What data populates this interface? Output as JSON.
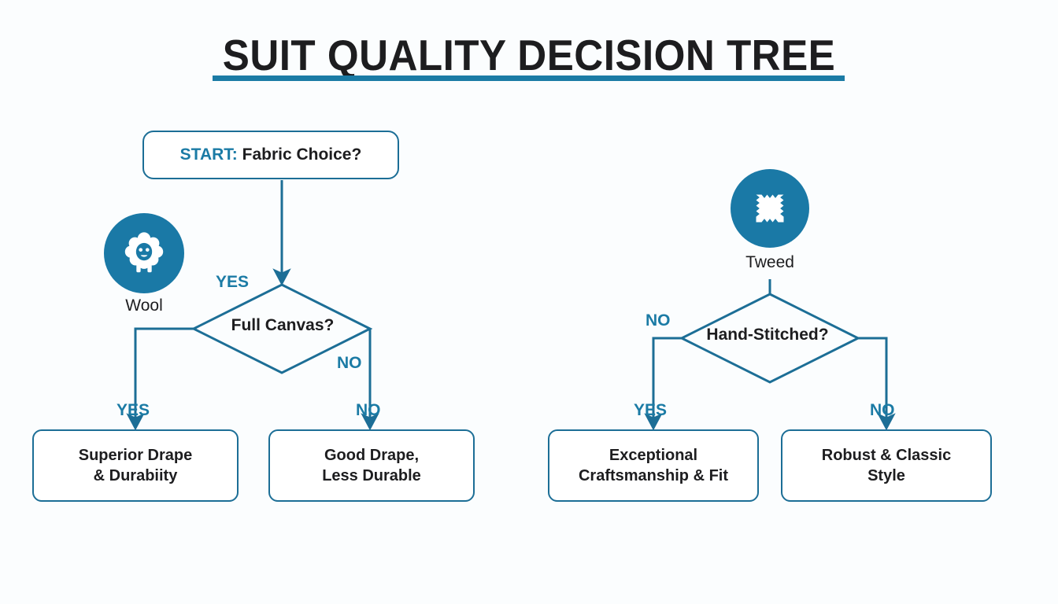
{
  "page": {
    "title": "SUIT QUALITY DECISION TREE",
    "background": "#fbfdfe",
    "accent_blue": "#1b7ba5",
    "line_blue": "#1c6e96",
    "icon_circle_fill": "#1a79a6",
    "text_dark": "#1d1d1f"
  },
  "start": {
    "key_label": "START:",
    "question": " Fabric Choice?"
  },
  "fabrics": [
    {
      "icon": "sheep-icon",
      "caption": "Wool"
    },
    {
      "icon": "fabric-swatch-icon",
      "caption": "Tweed"
    }
  ],
  "decisions": [
    {
      "id": "full-canvas",
      "question": "Full Canvas?"
    },
    {
      "id": "hand-stitched",
      "question": "Hand-Stitched?"
    }
  ],
  "edge_labels": {
    "left_diamond_yes": "YES",
    "left_diamond_no": "NO",
    "right_diamond_no": "NO",
    "box1_yes": "YES",
    "box2_no": "NO",
    "box3_yes": "YES",
    "box4_no": "NO"
  },
  "results": [
    {
      "id": "superior-drape",
      "line1": "Superior Drape",
      "line2": "& Durabiity"
    },
    {
      "id": "good-drape",
      "line1": "Good Drape,",
      "line2": "Less Durable"
    },
    {
      "id": "exceptional",
      "line1": "Exceptional",
      "line2": "Craftsmanship & Fit"
    },
    {
      "id": "robust-classic",
      "line1": "Robust & Classic",
      "line2": "Style"
    }
  ]
}
